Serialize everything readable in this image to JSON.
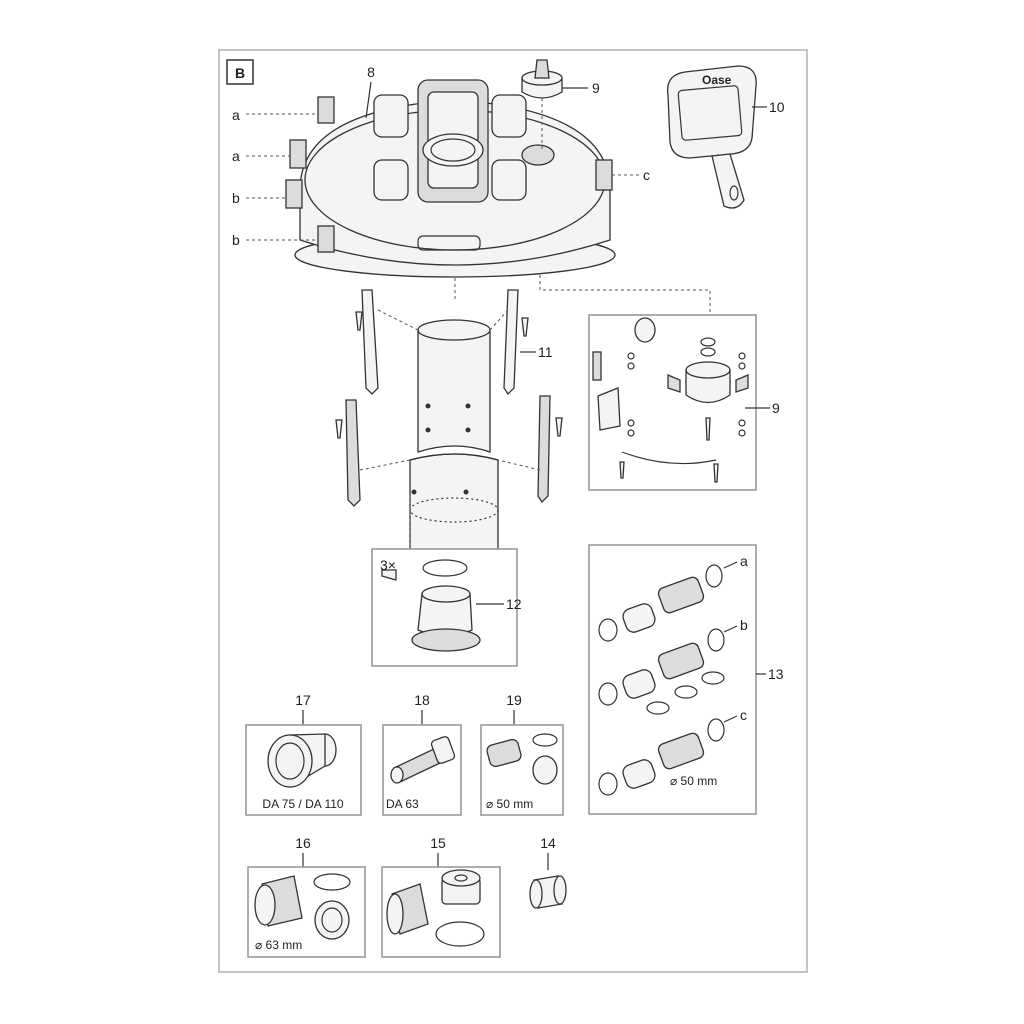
{
  "section_label": "B",
  "callouts": {
    "n8": "8",
    "n9_top": "9",
    "n10": "10",
    "n11": "11",
    "n9_side": "9",
    "n12": "12",
    "n13": "13",
    "n17": "17",
    "n18": "18",
    "n19": "19",
    "n16": "16",
    "n15": "15",
    "n14": "14",
    "a1": "a",
    "a2": "a",
    "b1": "b",
    "b2": "b",
    "c1": "c",
    "r_a": "a",
    "r_b": "b",
    "r_c": "c",
    "qty_screws": "3×"
  },
  "captions": {
    "part17": "DA 75 / DA 110",
    "part18": "DA 63",
    "part19": "⌀ 50 mm",
    "part13": "⌀ 50 mm",
    "part16": "⌀ 63 mm"
  },
  "logo_text": "Oase"
}
